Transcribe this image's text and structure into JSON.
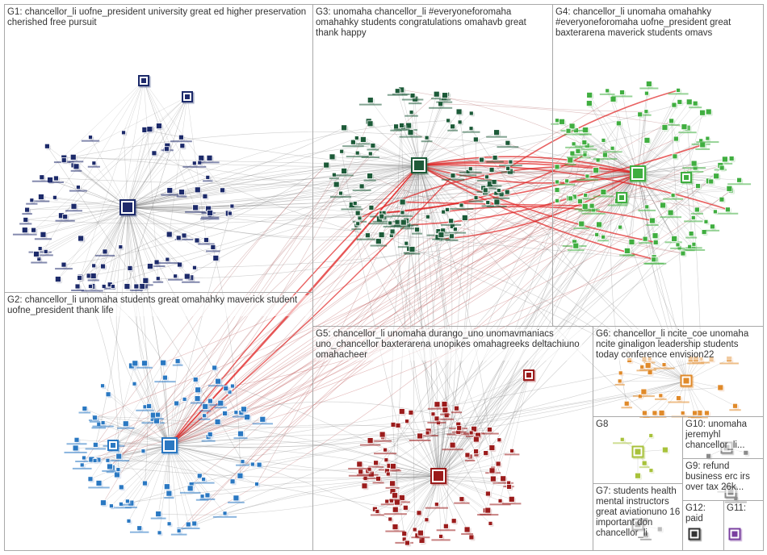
{
  "groups": [
    {
      "id": "G1",
      "label": "G1: chancellor_li uofne_president university great ed higher preservation cherished free pursuit",
      "color": "#1f2a6b"
    },
    {
      "id": "G2",
      "label": "G2: chancellor_li unomaha students great omahahky maverick student uofne_president thank life",
      "color": "#2a78c2"
    },
    {
      "id": "G3",
      "label": "G3: unomaha chancellor_li #everyoneforomaha omahahky students congratulations omahavb great thank happy",
      "color": "#1e5a38"
    },
    {
      "id": "G4",
      "label": "G4: chancellor_li unomaha omahahky #everyoneforomaha uofne_president great baxterarena maverick students omavs",
      "color": "#3fae3f"
    },
    {
      "id": "G5",
      "label": "G5: chancellor_li unomaha durango_uno unomavmaniacs uno_chancellor baxterarena unopikes omahagreeks deltachiuno omahacheer",
      "color": "#9b1b1b"
    },
    {
      "id": "G6",
      "label": "G6: chancellor_li ncite_coe unomaha ncite ginaligon leadership students today conference envision22",
      "color": "#e08a2a"
    },
    {
      "id": "G7",
      "label": "G7: students health mental instructors great aviationuno 16 important don chancellor_li",
      "color": "#6b6b6b"
    },
    {
      "id": "G8",
      "label": "G8",
      "color": "#a8c23a"
    },
    {
      "id": "G9",
      "label": "G9: refund business erc irs over tax 26k...",
      "color": "#8a8a8a"
    },
    {
      "id": "G10",
      "label": "G10: unomaha jeremyhl chancellor_li...",
      "color": "#8a8a8a"
    },
    {
      "id": "G11",
      "label": "G11:",
      "color": "#7a3fa0"
    },
    {
      "id": "G12",
      "label": "G12: paid",
      "color": "#333333"
    }
  ],
  "colors": {
    "edge": "#777777",
    "edge_strong": "#e02020",
    "box_border": "#a9a9a9"
  }
}
